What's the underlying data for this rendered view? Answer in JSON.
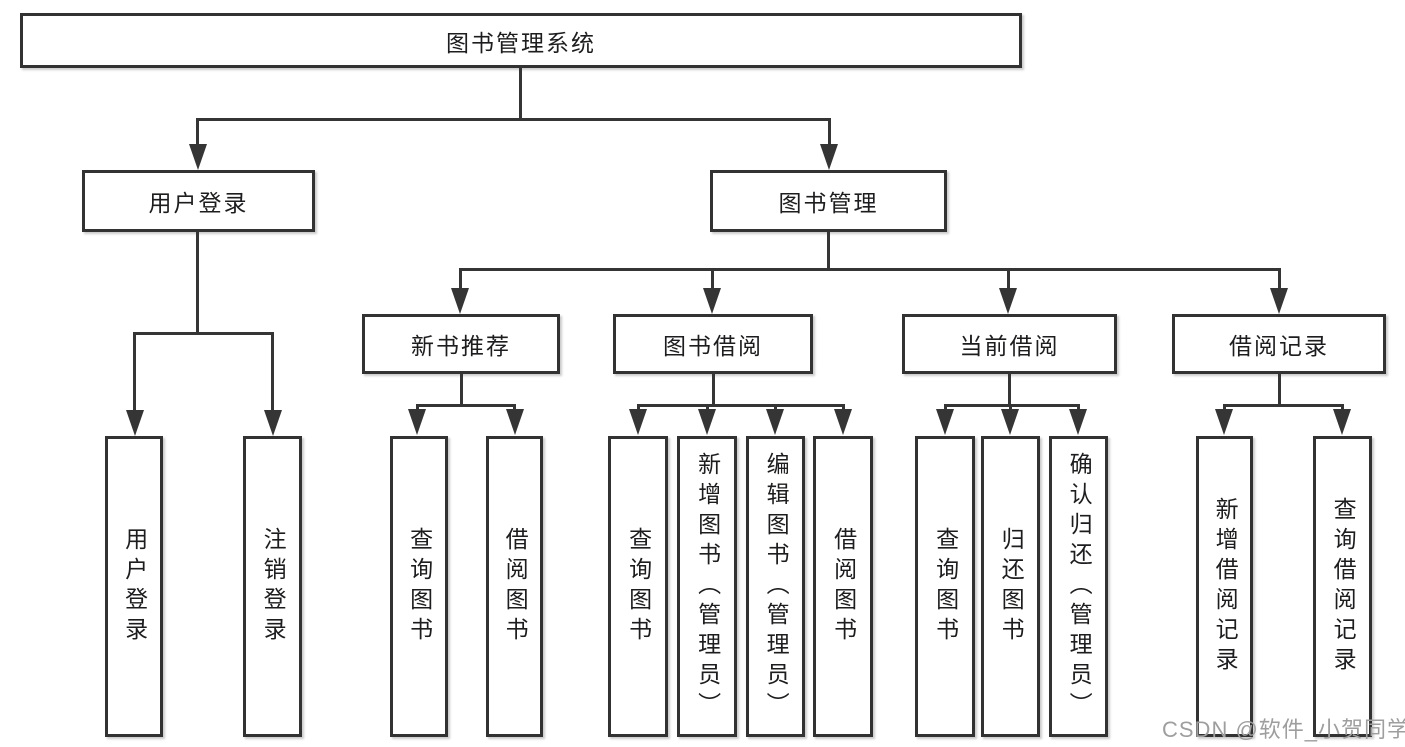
{
  "diagram": {
    "root": "图书管理系统",
    "level2": {
      "user_login": "用户登录",
      "book_management": "图书管理"
    },
    "level3": {
      "new_book_recommend": "新书推荐",
      "book_borrow": "图书借阅",
      "current_borrow": "当前借阅",
      "borrow_records": "借阅记录"
    },
    "leaves": {
      "user_login": [
        "用户登录",
        "注销登录"
      ],
      "new_book_recommend": [
        "查询图书",
        "借阅图书"
      ],
      "book_borrow": [
        "查询图书",
        "新增图书（管理员）",
        "编辑图书（管理员）",
        "借阅图书"
      ],
      "current_borrow": [
        "查询图书",
        "归还图书",
        "确认归还（管理员）"
      ],
      "borrow_records": [
        "新增借阅记录",
        "查询借阅记录"
      ]
    }
  },
  "watermark": "CSDN @软件_小贺同学",
  "colors": {
    "line": "#353535",
    "border": "#323232",
    "text": "#1d1d1f",
    "watermark_gray": "#9e9e9e",
    "background": "#ffffff"
  }
}
